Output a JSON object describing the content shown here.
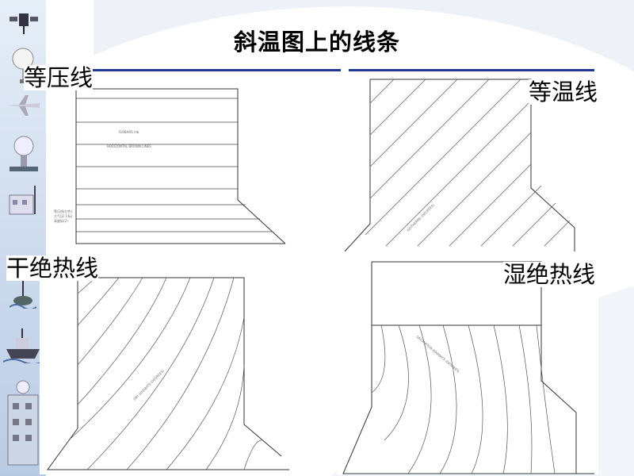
{
  "title": "斜温图上的线条",
  "panels": {
    "isobar": {
      "label": "等压线"
    },
    "isotherm": {
      "label": "等温线"
    },
    "dry_adiabat": {
      "label": "干绝热线"
    },
    "moist_adiabat": {
      "label": "湿绝热线"
    }
  },
  "icons": [
    "satellite-icon",
    "balloon-icon",
    "airplane-icon",
    "radar-icon",
    "station-icon",
    "buoy-icon",
    "ship-icon",
    "building-icon"
  ]
}
